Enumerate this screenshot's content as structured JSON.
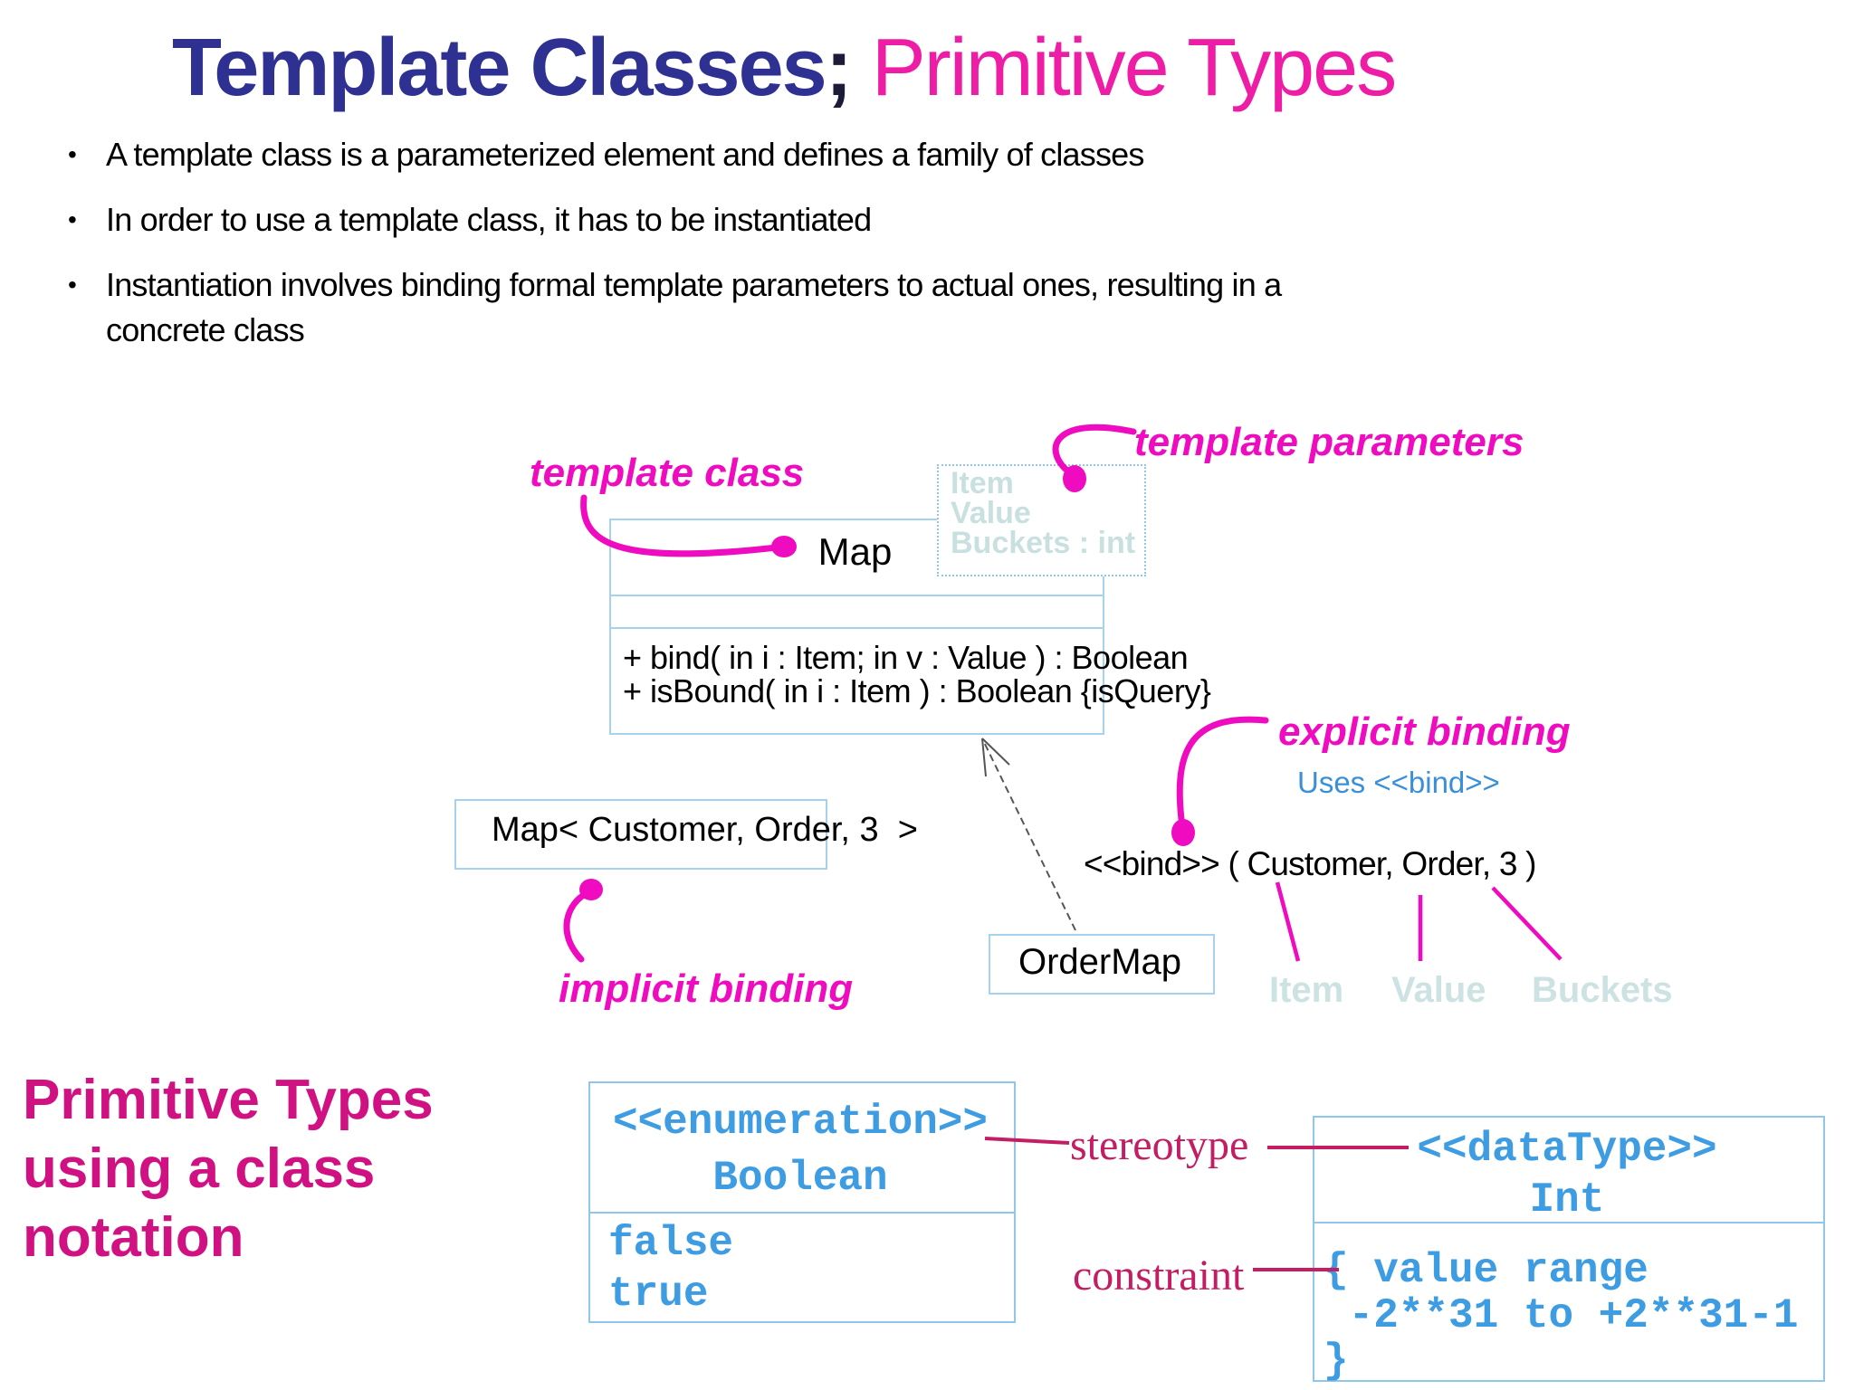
{
  "title": {
    "part1": "Template Classes",
    "separator": "; ",
    "part2": "Primitive Types"
  },
  "bullets": [
    "A template class is a parameterized element  and defines a family of classes",
    "In order to use a template class, it has to be instantiated",
    "Instantiation involves binding formal template parameters to actual ones, resulting in a concrete class"
  ],
  "diagram": {
    "labels": {
      "template_class": "template class",
      "template_parameters": "template parameters",
      "explicit_binding": "explicit binding",
      "implicit_binding": "implicit binding"
    },
    "map_class": {
      "name": "Map",
      "operations": [
        "+ bind( in i : Item; in v : Value ) : Boolean",
        "+ isBound( in i : Item ) : Boolean {isQuery}"
      ]
    },
    "template_params": [
      "Item",
      "Value",
      "Buckets : int"
    ],
    "bound_class": {
      "name": "Map< Customer, Order, 3  >"
    },
    "ordermap_class": {
      "name": "OrderMap"
    },
    "bind_expression": "<<bind>> ( Customer, Order, 3 )",
    "uses_bind": "Uses <<bind>>",
    "param_labels": [
      "Item",
      "Value",
      "Buckets"
    ]
  },
  "primitive": {
    "heading_lines": [
      "Primitive Types",
      "using a class",
      "notation"
    ],
    "boolean_box": {
      "stereotype": "<<enumeration>>",
      "name": "Boolean",
      "literals": [
        "false",
        "true"
      ]
    },
    "int_box": {
      "stereotype": "<<dataType>>",
      "name": "Int",
      "constraint_lines": [
        "{ value range",
        " -2**31 to +2**31-1",
        "}"
      ]
    },
    "callouts": {
      "stereotype": "stereotype",
      "constraint": "constraint"
    }
  },
  "colors": {
    "title_navy": "#2e3192",
    "title_pink": "#ee1da5",
    "callout_magenta": "#ef0bbf",
    "heading_pink": "#d01181",
    "label_crimson": "#c31d63",
    "code_blue": "#3e9ce2",
    "uses_bind_blue": "#3a8fd9",
    "box_border_blue": "#a5d2ec",
    "pale_param_text": "#c9e0e0"
  }
}
